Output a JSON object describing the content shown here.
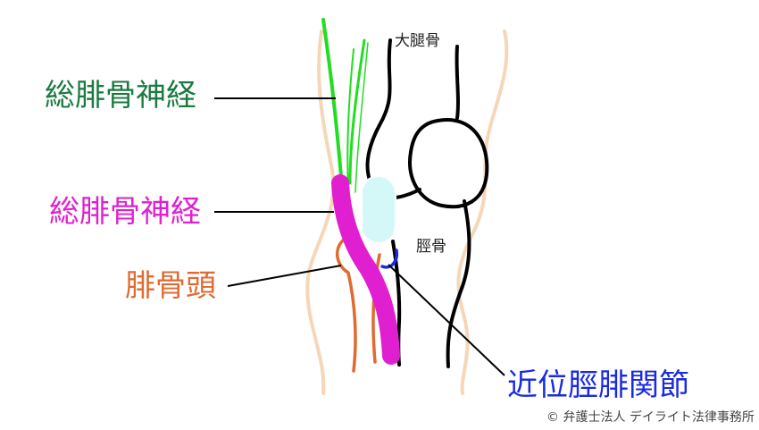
{
  "labels": {
    "common_peroneal_nerve_green": "総腓骨神経",
    "common_peroneal_nerve_magenta": "総腓骨神経",
    "fibular_head": "腓骨頭",
    "proximal_tibiofibular_joint": "近位脛腓関節",
    "femur": "大腿骨",
    "tibia": "脛骨"
  },
  "credit": "© 弁護士法人 デイライト法律事務所",
  "colors": {
    "green_label": "#1a7a40",
    "green_nerve": "#22dd22",
    "magenta": "#e020d0",
    "orange": "#e06a30",
    "blue": "#1a2ae0",
    "skin": "#f5d7b8",
    "cartilage": "#d4f8f8"
  }
}
